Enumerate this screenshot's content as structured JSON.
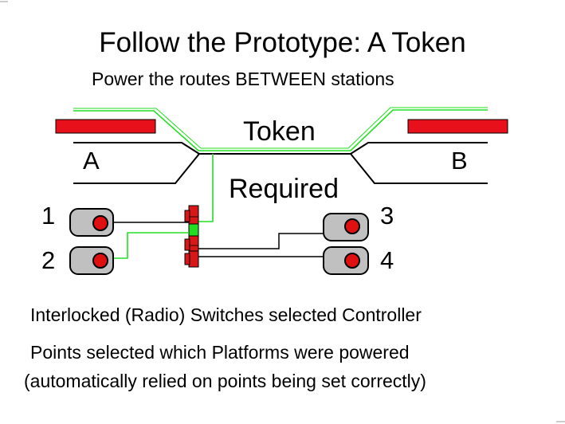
{
  "slide": {
    "title": "Follow the Prototype: A Token",
    "subtitle": "Power the routes BETWEEN stations"
  },
  "diagram": {
    "token_label": "Token",
    "required_label": "Required",
    "station_a": "A",
    "station_b": "B",
    "switches": [
      {
        "label": "1",
        "selected": false
      },
      {
        "label": "2",
        "selected": true
      },
      {
        "label": "3",
        "selected": false
      },
      {
        "label": "4",
        "selected": false
      }
    ]
  },
  "notes": {
    "line1": "Interlocked (Radio) Switches selected Controller",
    "line2": "Points selected which Platforms were powered",
    "line3": "(automatically relied on points being set correctly)"
  },
  "colors": {
    "platform": "#e8101a",
    "powered_route": "#22e022",
    "relay_red": "#d81818",
    "relay_green": "#22dd22",
    "switch_body": "#c0c0c0",
    "switch_knob": "#e01010"
  }
}
